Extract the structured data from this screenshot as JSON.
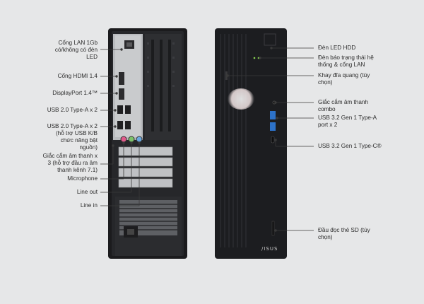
{
  "rear_callouts": [
    {
      "lines": [
        "Cổng LAN 1Gb",
        "có/không có đèn",
        "LED"
      ]
    },
    {
      "lines": [
        "Cổng HDMI 1.4"
      ]
    },
    {
      "lines": [
        "DisplayPort 1.4™"
      ]
    },
    {
      "lines": [
        "USB 2.0 Type-A x 2"
      ]
    },
    {
      "lines": [
        "USB 2.0 Type-A x 2",
        "(hỗ trợ USB K/B",
        "chức năng bật",
        "nguồn)"
      ]
    },
    {
      "lines": [
        "Giắc cắm âm thanh x",
        "3 (hỗ trợ đầu ra âm",
        "thanh kênh 7.1)"
      ]
    },
    {
      "lines": [
        "Microphone"
      ]
    },
    {
      "lines": [
        "Line out"
      ]
    },
    {
      "lines": [
        "Line in"
      ]
    }
  ],
  "front_callouts": [
    {
      "lines": [
        "Đèn LED HDD"
      ]
    },
    {
      "lines": [
        "Đèn báo trạng thái hệ",
        "thống & cổng LAN"
      ]
    },
    {
      "lines": [
        "Khay đĩa quang (tùy",
        "chọn)"
      ]
    },
    {
      "lines": [
        "Giắc cắm âm thanh",
        "combo"
      ]
    },
    {
      "lines": [
        "USB 3.2 Gen 1 Type-A",
        "port x 2"
      ]
    },
    {
      "lines": [
        "USB 3.2 Gen 1 Type-C®"
      ]
    },
    {
      "lines": [
        "Đầu đọc thẻ SD (tùy",
        "chọn)"
      ]
    }
  ],
  "brand_logo": "/ISUS",
  "colors": {
    "background": "#e6e7e8",
    "case_black": "#1b1b1d",
    "line": "#3a3a3a",
    "usb_blue": "#2d72c9"
  }
}
